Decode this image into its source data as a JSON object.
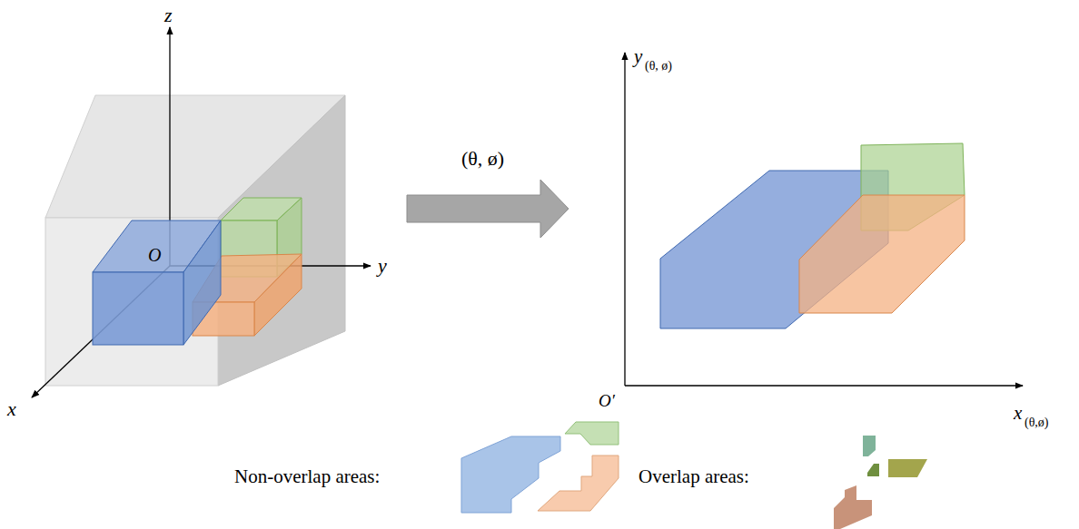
{
  "diagram": {
    "labels": [
      "z",
      "y",
      "O",
      "x",
      "(θ, ø)",
      "y",
      "(θ, ø)",
      "O′",
      "x",
      "(θ,ø)",
      "Non-overlap areas:",
      "Overlap areas:"
    ]
  }
}
